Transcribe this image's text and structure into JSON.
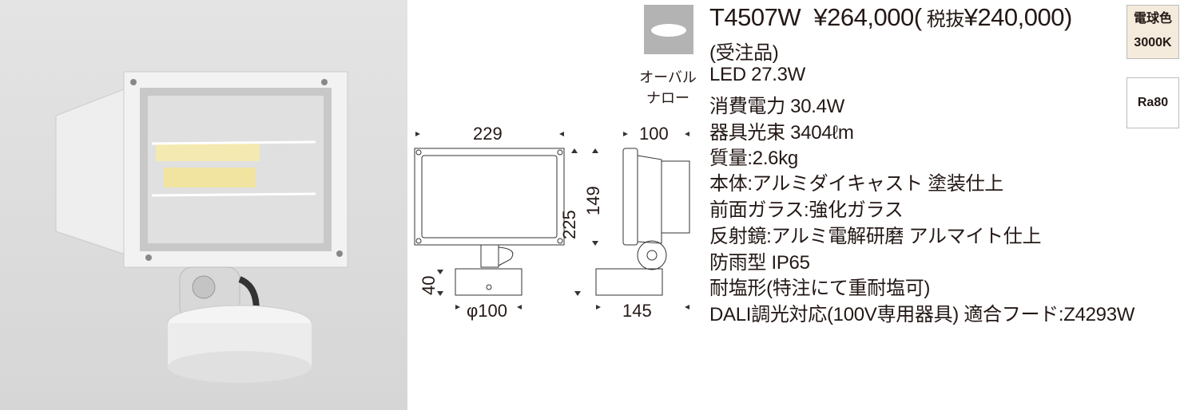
{
  "product": {
    "model": "T4507W",
    "price": "¥264,000(",
    "tax_label": " 税抜",
    "price_ex_tax": "¥240,000)",
    "order_note": "(受注品)"
  },
  "beam": {
    "line1": "オーバル",
    "line2": "ナロー"
  },
  "badges": {
    "color_line1": "電球色",
    "color_line2": "3000K",
    "ra": "Ra80"
  },
  "specs": [
    "LED 27.3W",
    "消費電力 30.4W",
    "器具光束 3404ℓm",
    "質量:2.6kg",
    "本体:アルミダイキャスト 塗装仕上",
    "前面ガラス:強化ガラス",
    "反射鏡:アルミ電解研磨 アルマイト仕上",
    "防雨型 IP65",
    "耐塩形(特注にて重耐塩可)",
    "DALI調光対応(100V専用器具) 適合フード:Z4293W"
  ],
  "dimensions": {
    "width": "229",
    "depth": "100",
    "height_total": "225",
    "height_head": "149",
    "base_height": "40",
    "base_dia": "φ100",
    "total_depth": "145"
  }
}
